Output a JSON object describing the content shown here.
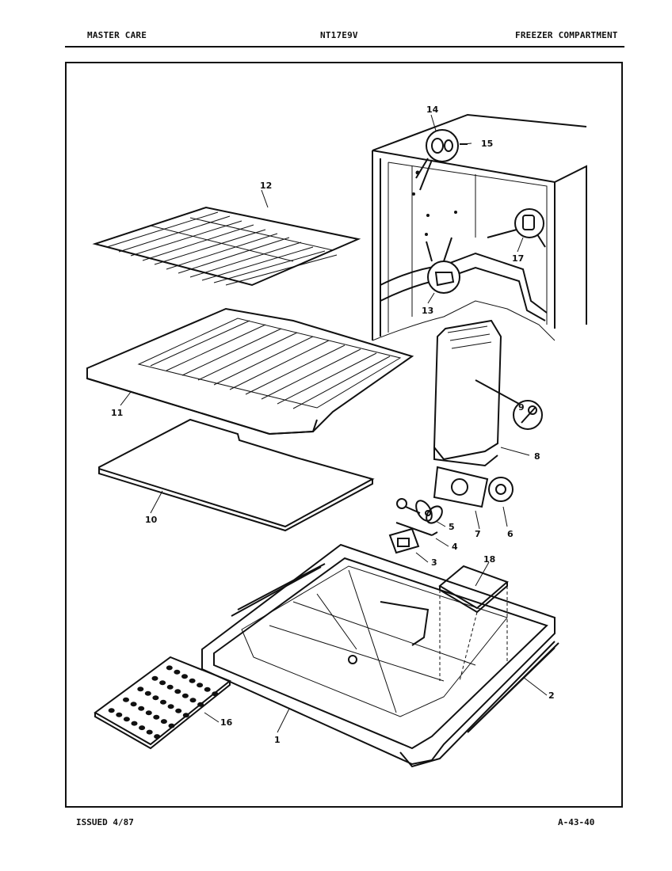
{
  "header": {
    "brand": "MASTER CARE",
    "model": "NT17E9V",
    "section": "FREEZER COMPARTMENT"
  },
  "footer": {
    "issued": "ISSUED 4/87",
    "page_code": "A-43-40"
  },
  "callouts": {
    "c1": "1",
    "c2": "2",
    "c3": "3",
    "c4": "4",
    "c5": "5",
    "c6": "6",
    "c7": "7",
    "c8": "8",
    "c9": "9",
    "c10": "10",
    "c11": "11",
    "c12": "12",
    "c13": "13",
    "c14": "14",
    "c15": "15",
    "c16": "16",
    "c17": "17",
    "c18": "18"
  }
}
